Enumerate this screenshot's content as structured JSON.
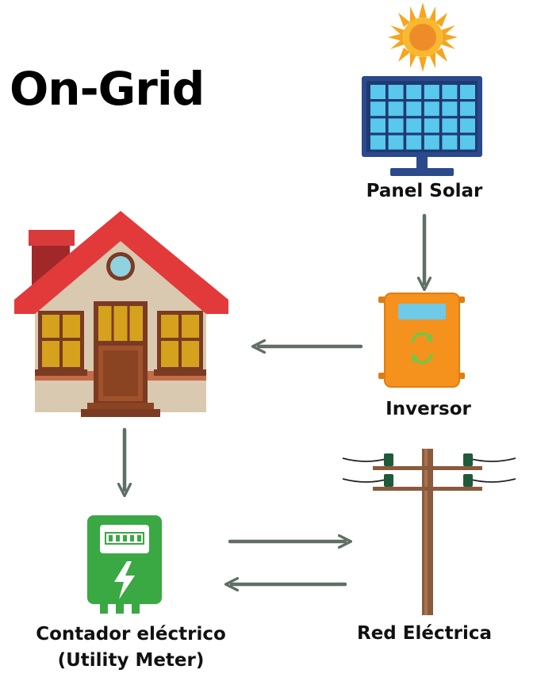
{
  "title": "On-Grid",
  "components": {
    "panel_solar": {
      "label": "Panel Solar",
      "icon": "solar-panel-icon"
    },
    "inversor": {
      "label": "Inversor",
      "icon": "inverter-icon"
    },
    "house": {
      "icon": "house-icon"
    },
    "contador": {
      "label_line1": "Contador eléctrico",
      "label_line2": "(Utility Meter)",
      "icon": "electric-meter-icon"
    },
    "red": {
      "label": "Red Eléctrica",
      "icon": "utility-pole-icon"
    }
  },
  "colors": {
    "arrow": "#5f6f66",
    "panel_frame": "#2a4a8c",
    "panel_cell": "#58c8ec",
    "sun": "#f6a51e",
    "inverter": "#f5921e",
    "meter": "#3aa843",
    "roof": "#e23a3a",
    "wall": "#d9c9b0",
    "pole": "#8a5a3c"
  }
}
